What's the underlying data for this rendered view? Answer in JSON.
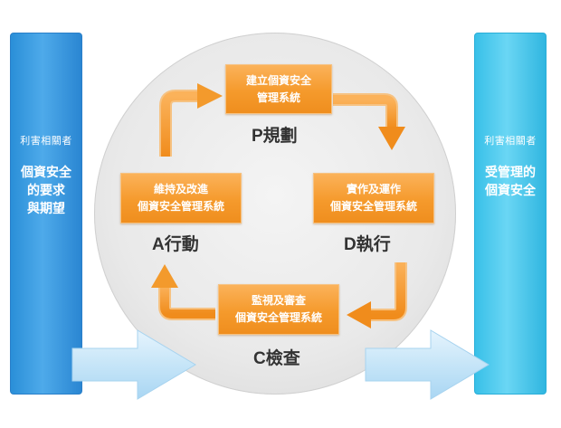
{
  "left_pillar": {
    "label": "利害相關者",
    "lines": [
      "個資安全",
      "的要求",
      "與期望"
    ]
  },
  "right_pillar": {
    "label": "利害相關者",
    "lines": [
      "受管理的",
      "個資安全"
    ]
  },
  "plan": {
    "box": [
      "建立個資安全",
      "管理系統"
    ],
    "stage": "P規劃"
  },
  "do": {
    "box": [
      "實作及運作",
      "個資安全管理系統"
    ],
    "stage": "D執行"
  },
  "check": {
    "box": [
      "監視及審查",
      "個資安全管理系統"
    ],
    "stage": "C檢查"
  },
  "act": {
    "box": [
      "維持及改進",
      "個資安全管理系統"
    ],
    "stage": "A行動"
  },
  "colors": {
    "orange": "#f59a2c",
    "blue_left": "#2a8fd8",
    "blue_right": "#38c0e8",
    "arrow_light_blue": "#c8e6f8"
  }
}
